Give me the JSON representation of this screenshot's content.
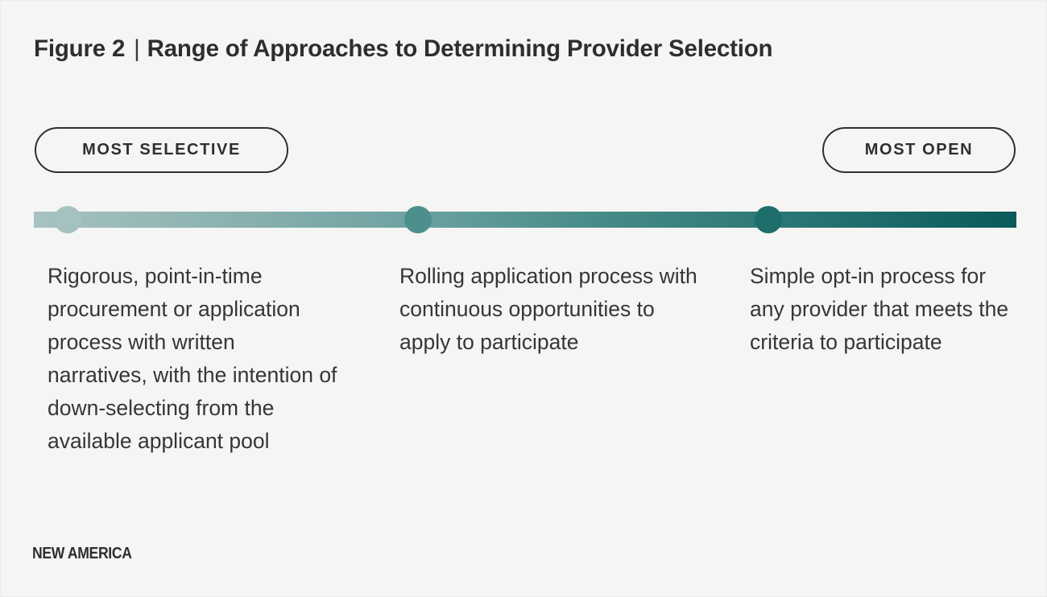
{
  "figure": {
    "label": "Figure 2",
    "separator": "|",
    "title": "Range of Approaches to Determining Provider Selection",
    "background_color": "#f5f5f4",
    "text_color": "#33373a"
  },
  "scale": {
    "left_endpoint_label": "MOST SELECTIVE",
    "right_endpoint_label": "MOST OPEN",
    "gradient_start_color": "#a7c3c1",
    "gradient_end_color": "#0b5a5b"
  },
  "chart_data": {
    "type": "scatter",
    "title": "Range of Approaches to Determining Provider Selection",
    "xlabel": "",
    "ylabel": "",
    "axis_left_label": "MOST SELECTIVE",
    "axis_right_label": "MOST OPEN",
    "grid": false,
    "legend_position": "none",
    "x": [
      0.036,
      0.391,
      0.748
    ],
    "categories": [
      "Rigorous, point-in-time procurement",
      "Rolling application process",
      "Simple opt-in process"
    ],
    "points": [
      {
        "position_pct": 3.6,
        "color": "#a3c2c0",
        "description": "Rigorous, point-in-time procurement or application process with written narratives, with the intention of down-selecting from the available applicant pool"
      },
      {
        "position_pct": 39.1,
        "color": "#4d8f8c",
        "description": "Rolling application process with continuous opportunities to apply to participate"
      },
      {
        "position_pct": 74.8,
        "color": "#1e6e6b",
        "description": "Simple opt-in process for any provider that meets the criteria to participate"
      }
    ]
  },
  "footer": {
    "wordmark": "NEW AMERICA"
  }
}
